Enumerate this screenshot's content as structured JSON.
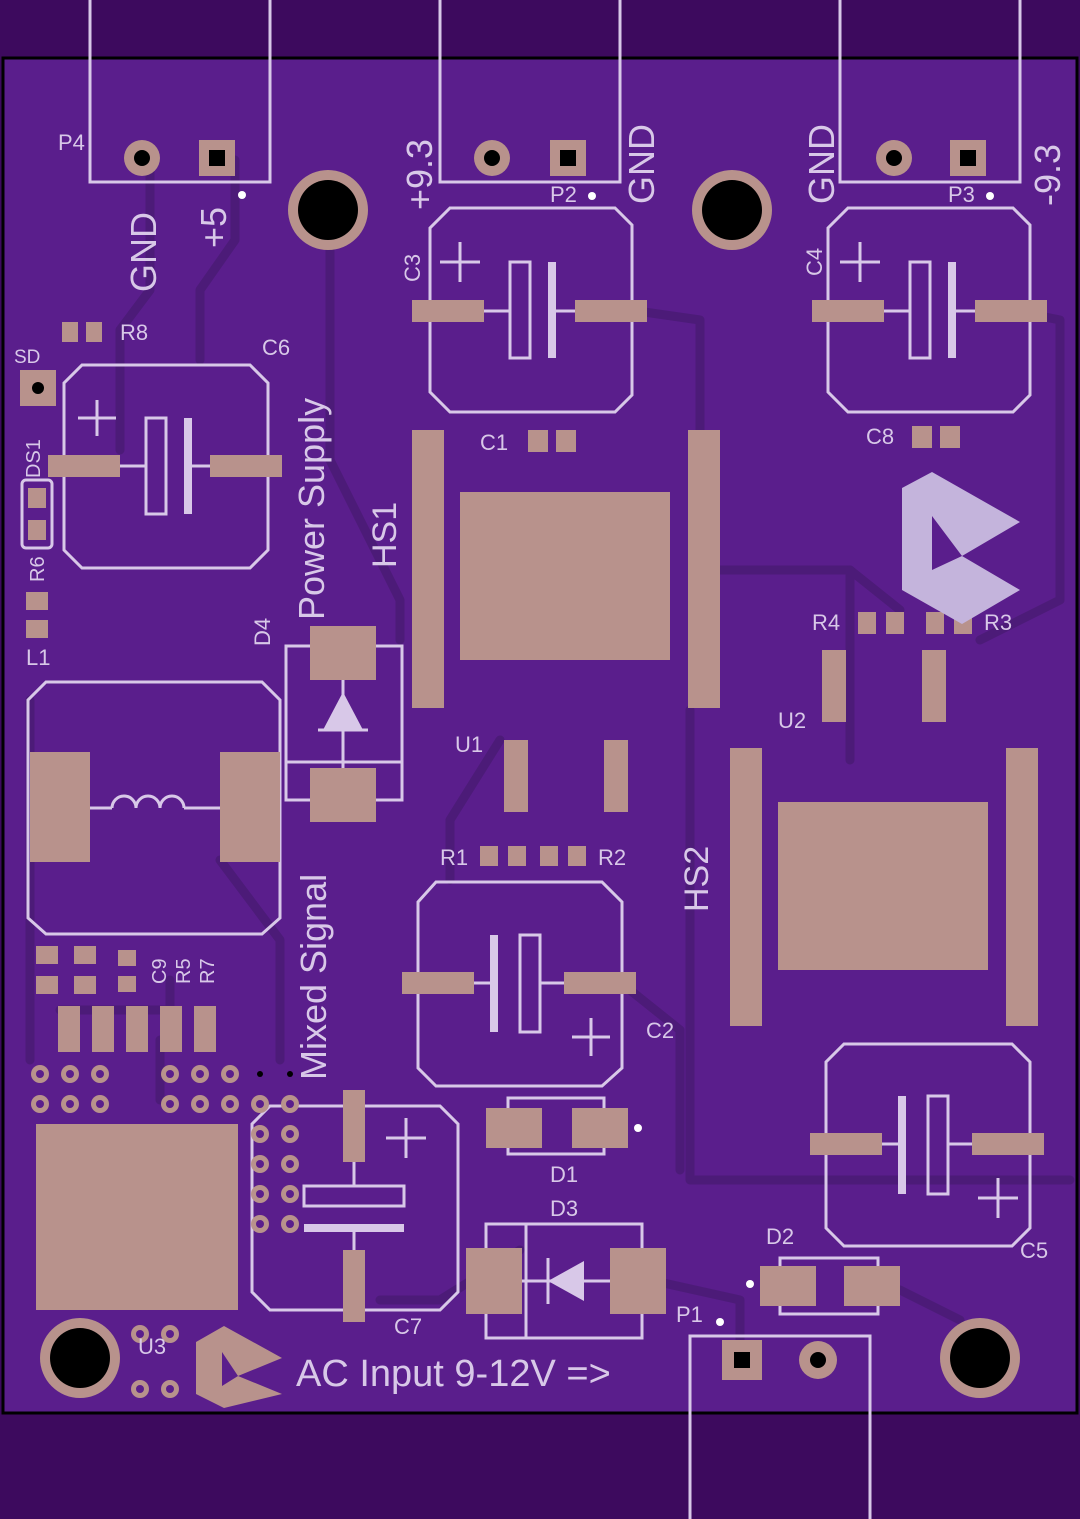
{
  "colors": {
    "background": "#3d0a5e",
    "board": "#5a1e8c",
    "copper": "#b8928c",
    "silkscreen": "#d8c8e8",
    "outline": "#000000"
  },
  "connectors": {
    "p4": {
      "ref": "P4",
      "pin1": "GND",
      "pin2": "+5"
    },
    "p2": {
      "ref": "P2",
      "pin1": "+9.3",
      "pin2": "GND"
    },
    "p3": {
      "ref": "P3",
      "pin1": "GND",
      "pin2": "-9.3"
    },
    "p1": {
      "ref": "P1"
    }
  },
  "capacitors": {
    "c1": "C1",
    "c2": "C2",
    "c3": "C3",
    "c4": "C4",
    "c5": "C5",
    "c6": "C6",
    "c7": "C7",
    "c8": "C8",
    "c9": "C9"
  },
  "resistors": {
    "r1": "R1",
    "r2": "R2",
    "r3": "R3",
    "r4": "R4",
    "r5": "R5",
    "r6": "R6",
    "r7": "R7",
    "r8": "R8"
  },
  "diodes": {
    "d1": "D1",
    "d2": "D2",
    "d3": "D3",
    "d4": "D4",
    "ds1": "DS1"
  },
  "misc": {
    "sd": "SD",
    "l1": "L1",
    "u1": "U1",
    "u2": "U2",
    "u3": "U3",
    "hs1": "HS1",
    "hs2": "HS2"
  },
  "labels": {
    "power_supply": "Power Supply",
    "mixed_signal": "Mixed Signal",
    "ac_input": "AC Input 9-12V =>"
  }
}
